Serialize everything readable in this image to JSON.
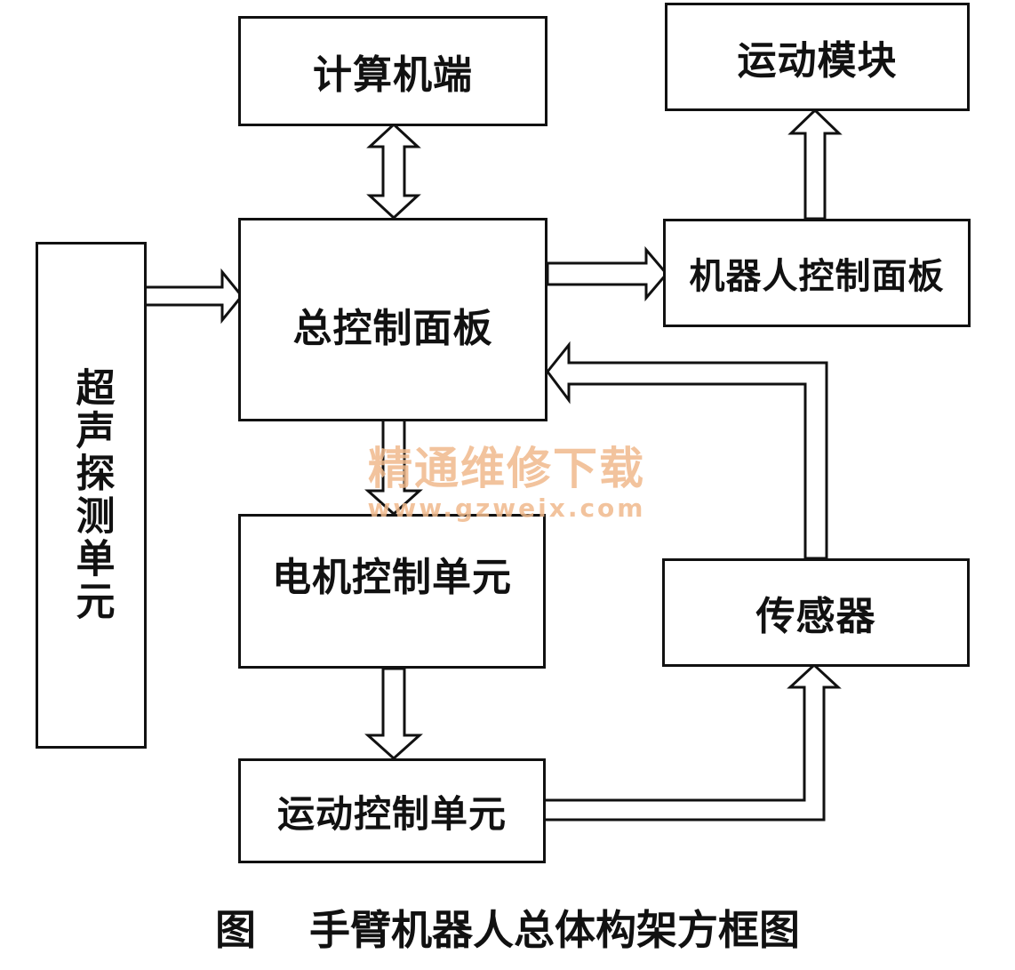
{
  "diagram": {
    "nodes": {
      "computer": "计算机端",
      "motion_module": "运动模块",
      "main_control": "总控制面板",
      "robot_control": "机器人控制面板",
      "ultrasonic": "超声探测单元",
      "motor_control": "电机控制单元",
      "sensor": "传感器",
      "motion_control": "运动控制单元"
    },
    "edges": [
      {
        "from": "computer",
        "to": "main_control",
        "direction": "both"
      },
      {
        "from": "ultrasonic",
        "to": "main_control",
        "direction": "forward"
      },
      {
        "from": "main_control",
        "to": "robot_control",
        "direction": "forward"
      },
      {
        "from": "robot_control",
        "to": "motion_module",
        "direction": "forward"
      },
      {
        "from": "main_control",
        "to": "motor_control",
        "direction": "forward"
      },
      {
        "from": "motor_control",
        "to": "motion_control",
        "direction": "forward"
      },
      {
        "from": "motion_control",
        "to": "sensor",
        "direction": "forward"
      },
      {
        "from": "sensor",
        "to": "main_control",
        "direction": "forward"
      }
    ]
  },
  "caption": {
    "figure_label": "图",
    "title": "手臂机器人总体构架方框图"
  },
  "watermark": {
    "title": "精通维修下载",
    "url": "www.gzweix.com"
  }
}
